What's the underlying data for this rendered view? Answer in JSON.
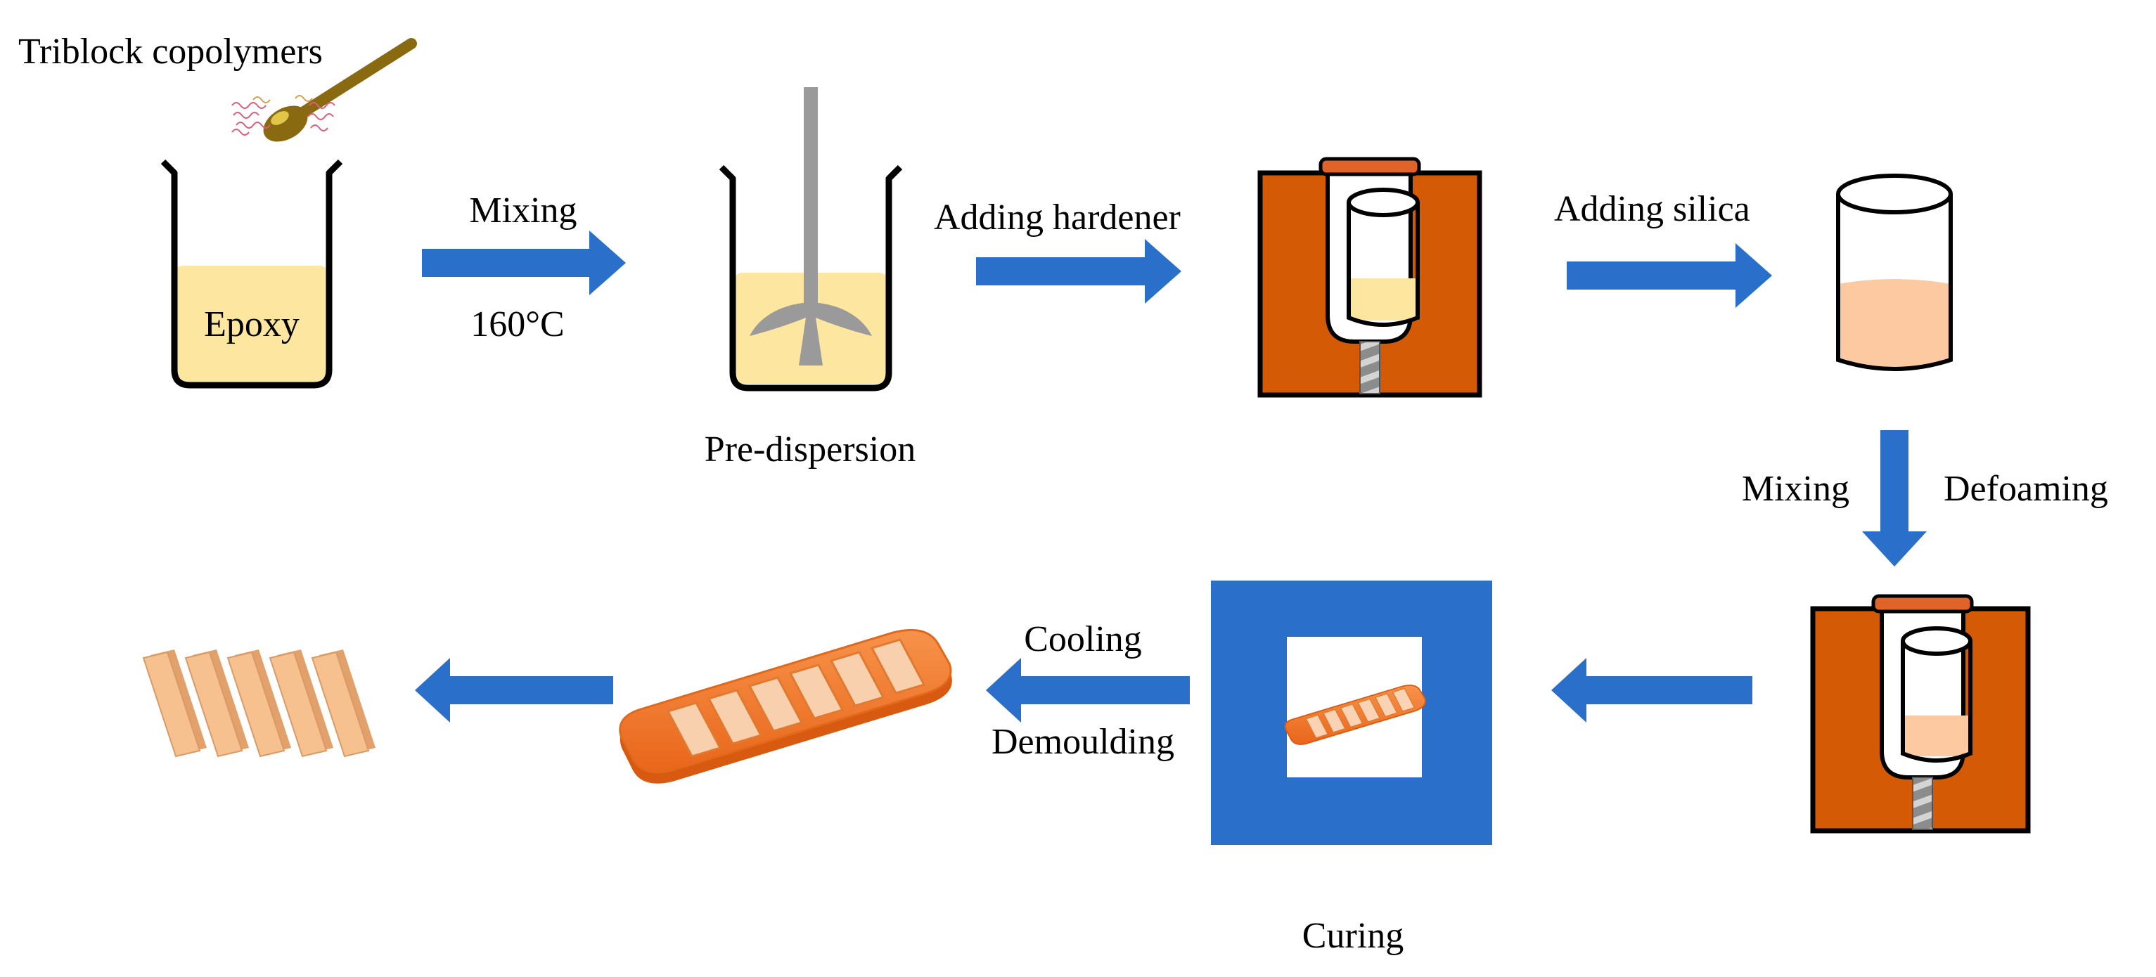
{
  "labels": {
    "copolymer": "Triblock copolymers",
    "epoxy": "Epoxy",
    "mixing1": "Mixing",
    "temperature": "160°C",
    "predispersion": "Pre-dispersion",
    "hardener": "Adding hardener",
    "silica": "Adding silica",
    "mixing2": "Mixing",
    "defoaming": "Defoaming",
    "curing": "Curing",
    "cooling": "Cooling",
    "demoulding": "Demoulding"
  },
  "colors": {
    "arrow": "#2a6fc9",
    "oven": "#2a6fc9",
    "mixer_body": "#d55a06",
    "mixer_lid": "#e0632a",
    "epoxy_fill": "#fde7a0",
    "silica_fill": "#fcc9a0",
    "mould": "#f47c2c",
    "specimen": "#f6c08f",
    "impeller": "#9a9a9a",
    "spoon": "#8a6a10"
  }
}
